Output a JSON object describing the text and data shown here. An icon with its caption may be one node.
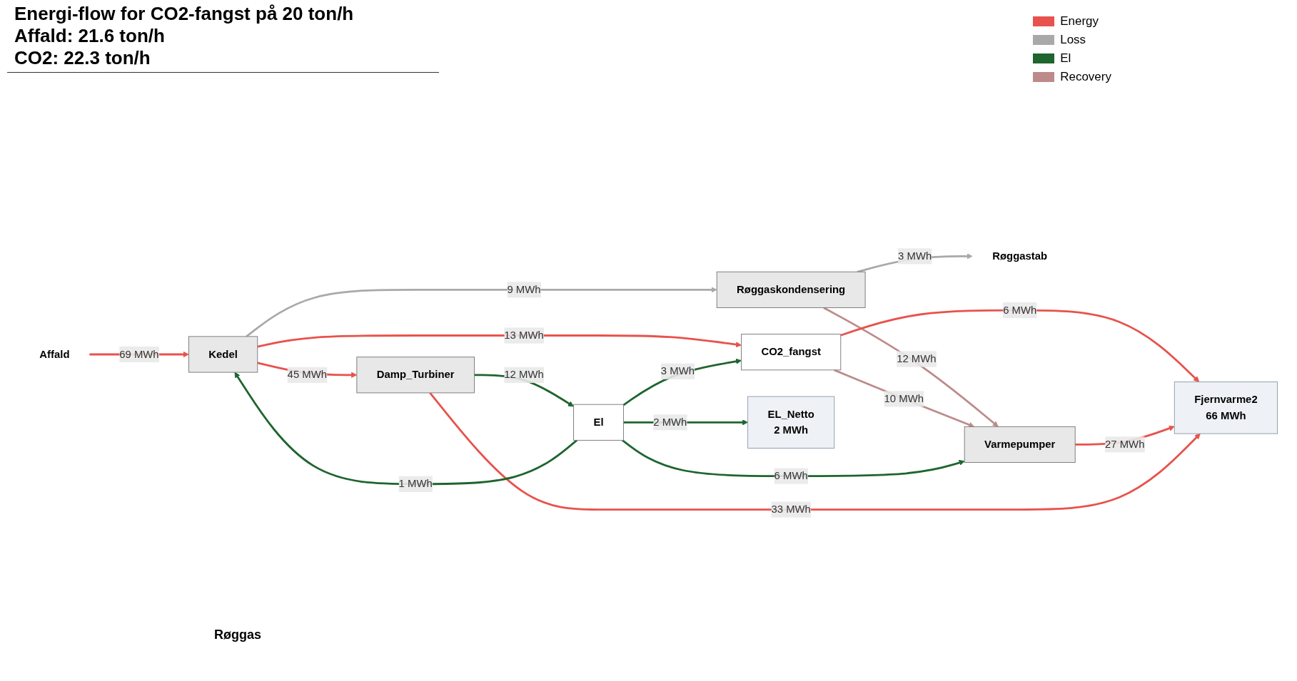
{
  "diagram": {
    "title": "Energi-flow for CO2-fangst på 20 ton/h",
    "nodes": [
      {
        "text": [
          "Affald"
        ]
      },
      {
        "text": [
          "Kedel"
        ]
      },
      {
        "text": [
          "Røggaskondensering"
        ]
      },
      {
        "text": [
          "Røggastab"
        ]
      },
      {
        "text": [
          "Varmepumper"
        ]
      },
      {
        "text": [
          "CO2_fangst"
        ]
      },
      {
        "text": [
          "El"
        ]
      },
      {
        "text": [
          "Damp_Turbiner"
        ]
      },
      {
        "text": [
          "Fjernvarme2",
          "66 MWh"
        ]
      },
      {
        "text": [
          "EL_Netto",
          "2 MWh"
        ]
      }
    ],
    "edges": [
      {
        "from": 0,
        "to": 1,
        "arrow": "to",
        "label": "69 MWh",
        "color": "#e8524c"
      },
      {
        "from": 1,
        "to": 2,
        "arrow": "to",
        "label": "9 MWh",
        "color": "#a9a9a9"
      },
      {
        "from": 1,
        "to": 5,
        "arrow": "to",
        "label": "13 MWh",
        "color": "#e8524c"
      },
      {
        "from": 1,
        "to": 7,
        "arrow": "to",
        "label": "45 MWh",
        "color": "#e8524c"
      },
      {
        "from": 2,
        "to": 3,
        "arrow": "to",
        "label": "3 MWh",
        "color": "#a9a9a9"
      },
      {
        "from": 2,
        "to": 4,
        "arrow": "to",
        "label": "12 MWh",
        "color": "#bc8b89"
      },
      {
        "from": 5,
        "to": 4,
        "arrow": "to",
        "label": "10 MWh",
        "color": "#bc8b89"
      },
      {
        "from": 5,
        "to": 8,
        "arrow": "to",
        "label": "6 MWh",
        "color": "#e8524c"
      },
      {
        "from": 4,
        "to": 8,
        "arrow": "to",
        "label": "27 MWh",
        "color": "#e8524c"
      },
      {
        "from": 7,
        "to": 6,
        "arrow": "to",
        "label": "12 MWh",
        "color": "#1e652e"
      },
      {
        "from": 7,
        "to": 8,
        "arrow": "to",
        "label": "33 MWh",
        "color": "#e8524c"
      },
      {
        "from": 6,
        "to": 5,
        "arrow": "to",
        "label": "3 MWh",
        "color": "#1e652e"
      },
      {
        "from": 6,
        "to": 4,
        "arrow": "to",
        "label": "6 MWh",
        "color": "#1e652e"
      },
      {
        "from": 6,
        "to": 1,
        "arrow": "to",
        "label": "1 MWh",
        "color": "#1e652e"
      },
      {
        "from": 6,
        "to": 9,
        "arrow": "to",
        "label": "2 MWh",
        "color": "#1e652e"
      }
    ],
    "labels": [
      "Affald: 21.6 ton/h",
      "CO2: 22.3 ton/h",
      "Røggas"
    ],
    "legend": [
      {
        "text": "Energy",
        "color": "#e8524c"
      },
      {
        "text": "Loss",
        "color": "#a9a9a9"
      },
      {
        "text": "El",
        "color": "#1e652e"
      },
      {
        "text": "Recovery",
        "color": "#bc8b89"
      }
    ]
  }
}
